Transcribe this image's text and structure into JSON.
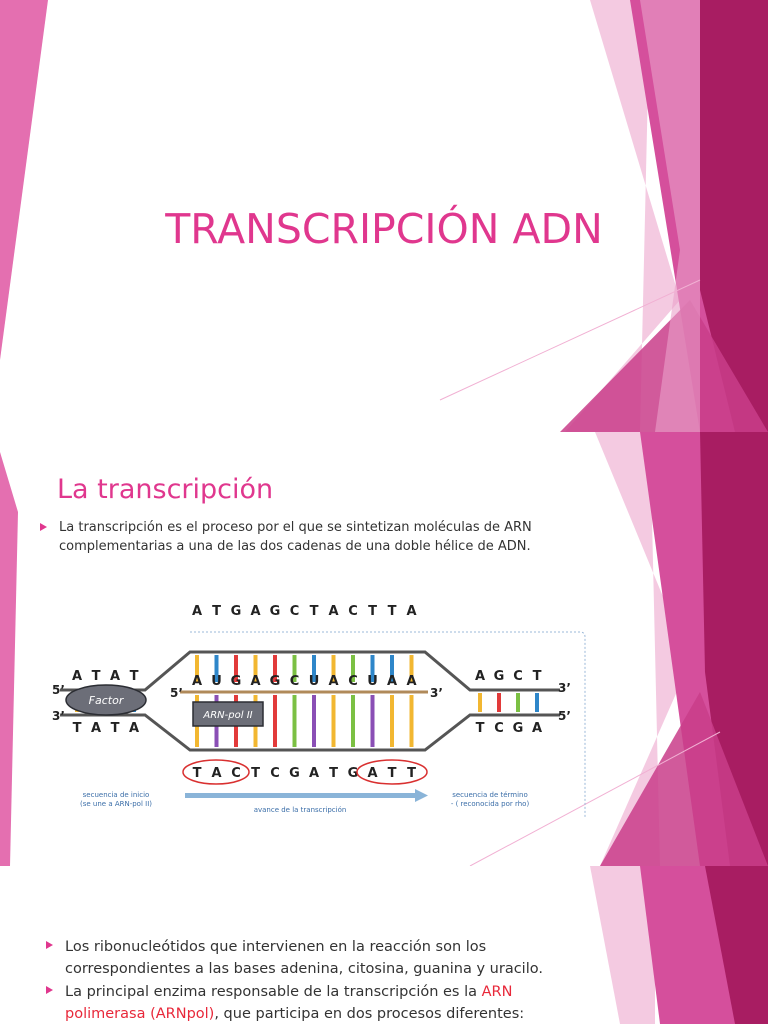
{
  "slide1": {
    "title": "TRANSCRIPCIÓN ADN"
  },
  "slide2": {
    "title": "La transcripción",
    "bullet": "La transcripción es el proceso por el que se sintetizan moléculas de ARN complementarias a una de las dos cadenas de una doble hélice de ADN.",
    "diagram": {
      "top_strand": [
        "A",
        "T",
        "G",
        "A",
        "G",
        "C",
        "T",
        "A",
        "C",
        "T",
        "T",
        "A"
      ],
      "rna_strand": [
        "A",
        "U",
        "G",
        "A",
        "G",
        "C",
        "U",
        "A",
        "C",
        "U",
        "A",
        "A"
      ],
      "bottom_strand": [
        "T",
        "A",
        "C",
        "T",
        "C",
        "G",
        "A",
        "T",
        "G",
        "A",
        "T",
        "T"
      ],
      "left_top": [
        "A",
        "T",
        "A",
        "T"
      ],
      "left_bottom": [
        "T",
        "A",
        "T",
        "A"
      ],
      "right_top": [
        "A",
        "G",
        "C",
        "T"
      ],
      "right_bottom": [
        "T",
        "C",
        "G",
        "A"
      ],
      "prime_5": "5’",
      "prime_3": "3’",
      "factor_label": "Factor",
      "arnpol_label": "ARN-pol II",
      "start_seq_label_1": "secuencia de inicio",
      "start_seq_label_2": "(se une a ARN-pol II)",
      "end_seq_label_1": "secuencia de término",
      "end_seq_label_2": "- ( reconocida por rho)",
      "advance_label": "avance de la transcripción",
      "colors": {
        "A": "#f2b731",
        "T": "#2e86c9",
        "G": "#e23a3a",
        "C": "#7bc043",
        "U": "#8a4fb5",
        "backbone": "#555555",
        "rna_backbone": "#b08a5a",
        "accent": "#e0378e"
      }
    }
  },
  "slide3": {
    "bullet1": "Los ribonucleótidos que intervienen en la reacción son los correspondientes a las bases adenina, citosina, guanina y uracilo.",
    "bullet2_pre": "La principal enzima responsable de la transcripción es la ",
    "bullet2_highlight": "ARN polimerasa (ARNpol)",
    "bullet2_post": ", que participa en dos procesos diferentes:"
  }
}
